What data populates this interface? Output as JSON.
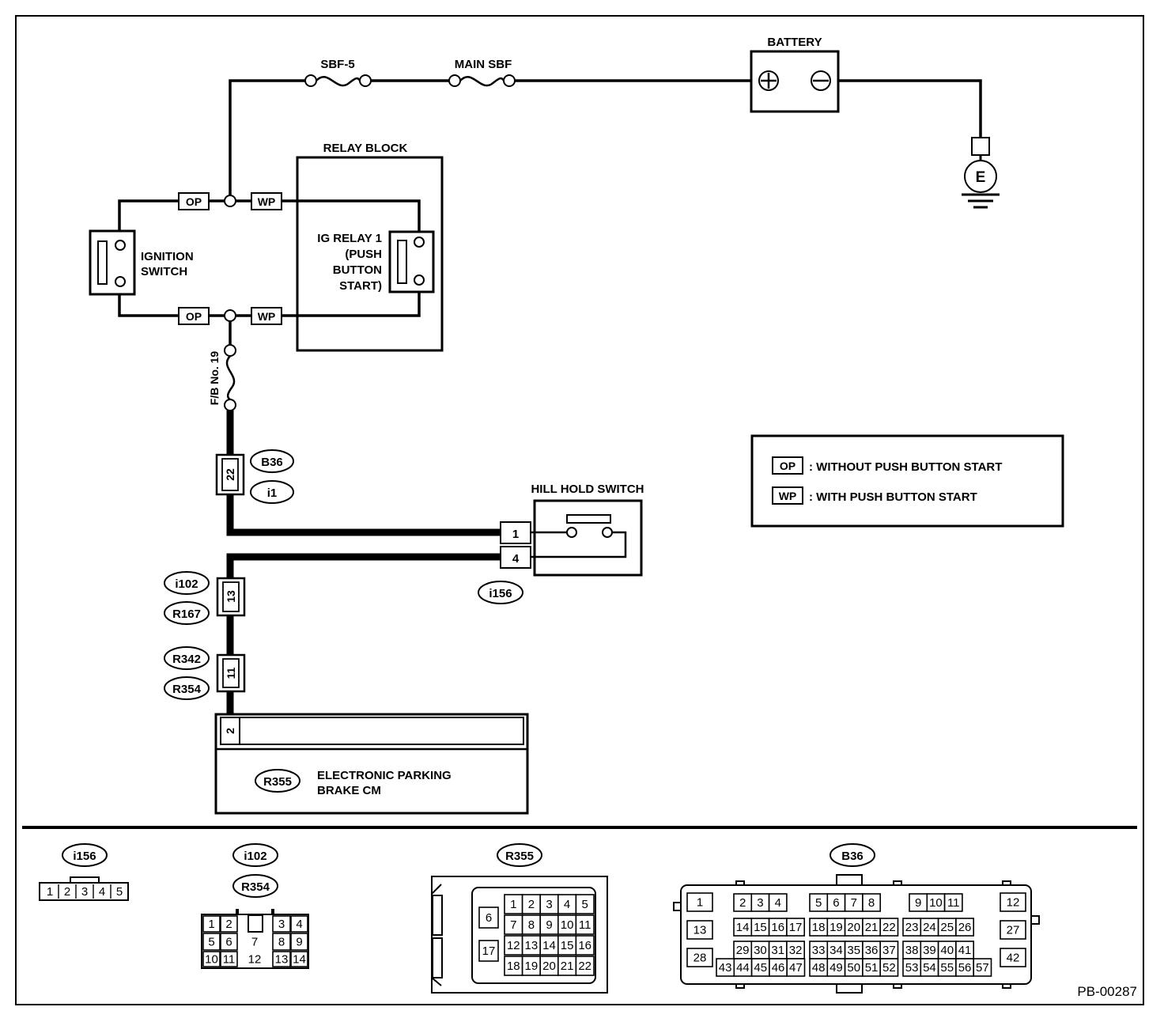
{
  "labels": {
    "battery": "BATTERY",
    "sbf5": "SBF-5",
    "main_sbf": "MAIN SBF",
    "relay_block": "RELAY BLOCK",
    "ig_relay": [
      "IG RELAY 1",
      "(PUSH",
      "BUTTON",
      "START)"
    ],
    "ignition_switch": [
      "IGNITION",
      "SWITCH"
    ],
    "fuse": "F/B No. 19",
    "hill_hold_switch": "HILL HOLD SWITCH",
    "epb_cm": [
      "ELECTRONIC PARKING",
      "BRAKE CM"
    ],
    "ground": "E",
    "plus": "+",
    "minus": "−",
    "figure_id": "PB-00287"
  },
  "tags": {
    "op": "OP",
    "wp": "WP"
  },
  "legend": [
    {
      "tag": "OP",
      "text": ": WITHOUT PUSH BUTTON START"
    },
    {
      "tag": "WP",
      "text": ": WITH PUSH BUTTON START"
    }
  ],
  "connectors": {
    "b36": "B36",
    "i1": "i1",
    "i156": "i156",
    "i102": "i102",
    "r167": "R167",
    "r342": "R342",
    "r354": "R354",
    "r355": "R355"
  },
  "pins": {
    "p22": "22",
    "p1": "1",
    "p4": "4",
    "p13": "13",
    "p11": "11",
    "p2": "2"
  },
  "faces": {
    "i156": [
      "1",
      "2",
      "3",
      "4",
      "5"
    ],
    "i102": [
      "1",
      "2",
      "3",
      "4",
      "5",
      "6",
      "7",
      "8",
      "9",
      "10",
      "11",
      "12",
      "13",
      "14"
    ],
    "r355": [
      "1",
      "2",
      "3",
      "4",
      "5",
      "6",
      "7",
      "8",
      "9",
      "10",
      "11",
      "12",
      "13",
      "14",
      "15",
      "16",
      "17",
      "18",
      "19",
      "20",
      "21",
      "22"
    ],
    "b36": [
      "1",
      "2",
      "3",
      "4",
      "5",
      "6",
      "7",
      "8",
      "9",
      "10",
      "11",
      "12",
      "13",
      "14",
      "15",
      "16",
      "17",
      "18",
      "19",
      "20",
      "21",
      "22",
      "23",
      "24",
      "25",
      "26",
      "27",
      "28",
      "29",
      "30",
      "31",
      "32",
      "33",
      "34",
      "35",
      "36",
      "37",
      "38",
      "39",
      "40",
      "41",
      "42",
      "43",
      "44",
      "45",
      "46",
      "47",
      "48",
      "49",
      "50",
      "51",
      "52",
      "53",
      "54",
      "55",
      "56",
      "57"
    ]
  }
}
